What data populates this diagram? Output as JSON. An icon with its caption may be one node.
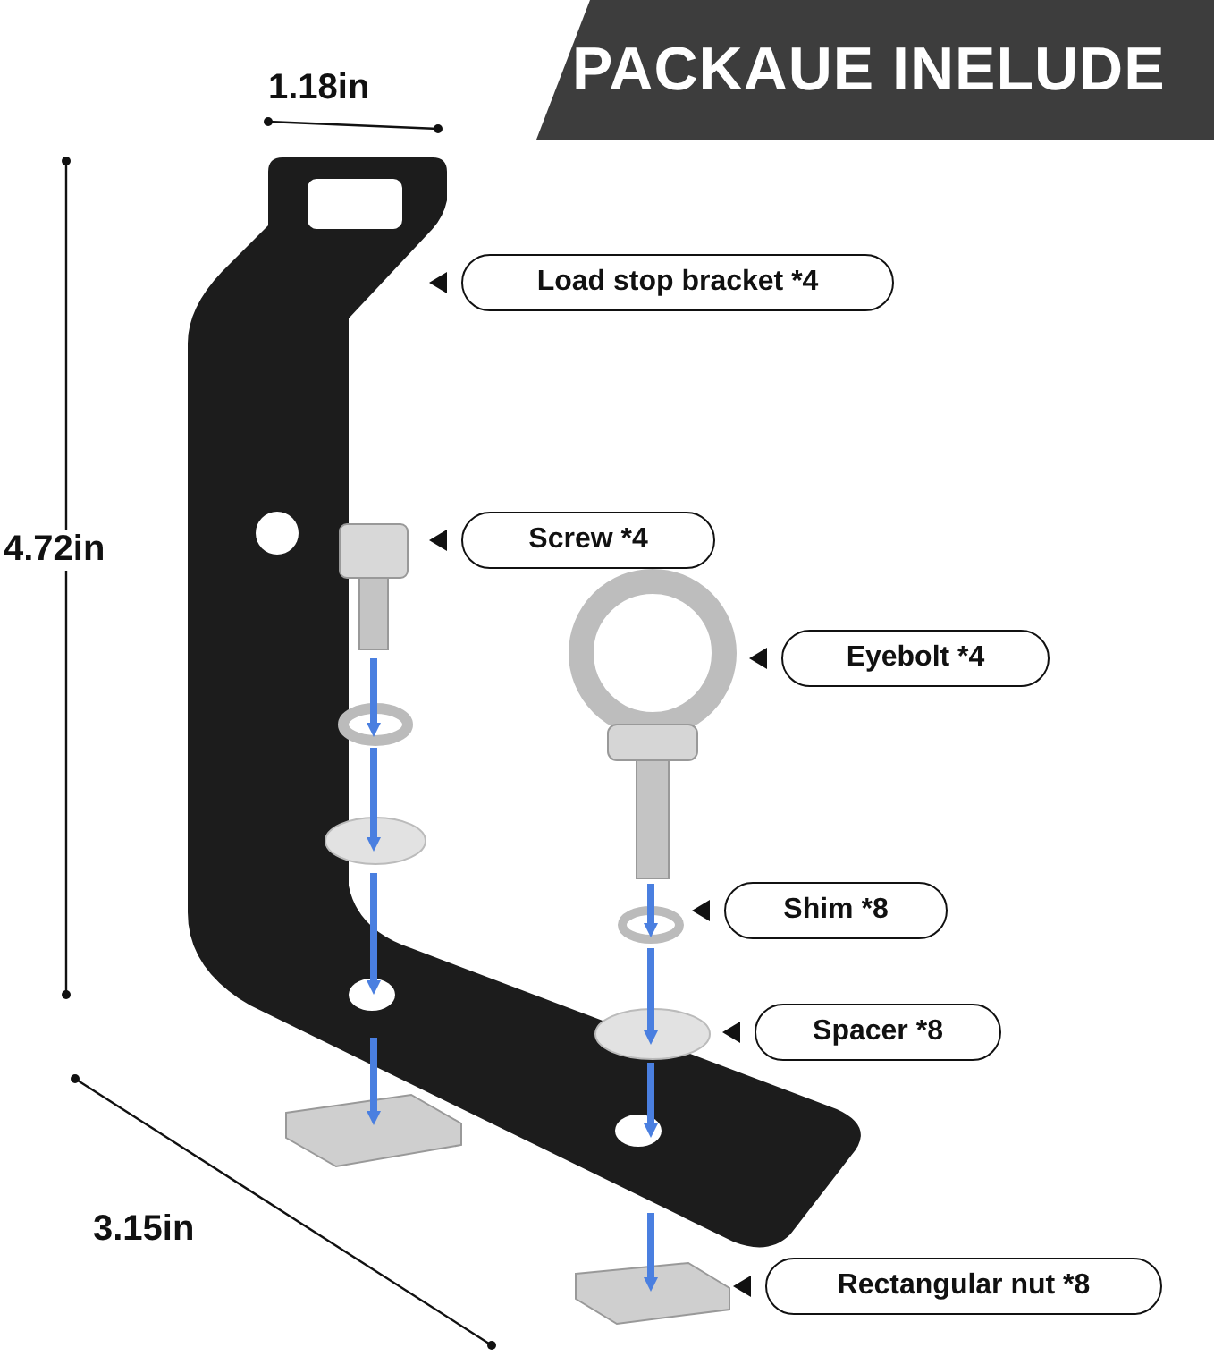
{
  "diagram": {
    "title": "PACKAUE INELUDE",
    "nodes": [
      {
        "text": [
          "Load stop bracket *4"
        ]
      },
      {
        "text": [
          "Screw *4"
        ]
      },
      {
        "text": [
          "Eyebolt *4"
        ]
      },
      {
        "text": [
          "Shim *8"
        ]
      },
      {
        "text": [
          "Spacer *8"
        ]
      },
      {
        "text": [
          "Rectangular nut *8"
        ]
      }
    ],
    "edges": [],
    "labels": [
      "1.18in",
      "4.72in",
      "3.15in"
    ]
  }
}
